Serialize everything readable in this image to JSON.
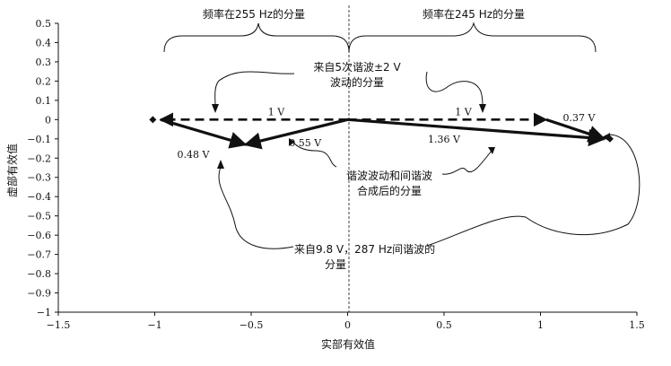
{
  "chart_data": {
    "type": "scatter",
    "xlabel": "实部有效值",
    "ylabel": "虚部有效值",
    "xlim": [
      -1.5,
      1.5
    ],
    "ylim": [
      -1.0,
      0.5
    ],
    "x_ticks": [
      -1.5,
      -1,
      -0.5,
      0,
      0.5,
      1,
      1.5
    ],
    "x_tick_labels": [
      "−1.5",
      "−1",
      "−0.5",
      "0",
      "0.5",
      "1",
      "1.5"
    ],
    "y_ticks": [
      0.5,
      0.4,
      0.3,
      0.2,
      0.1,
      0,
      -0.1,
      -0.2,
      -0.3,
      -0.4,
      -0.5,
      -0.6,
      -0.7,
      -0.8,
      -0.9,
      -1
    ],
    "y_tick_labels": [
      "0.5",
      "0.4",
      "0.3",
      "0.2",
      "0.1",
      "0",
      "−0.1",
      "−0.2",
      "−0.3",
      "−0.4",
      "−0.5",
      "−0.6",
      "−0.7",
      "−0.8",
      "−0.9",
      "−1"
    ],
    "grid": false,
    "vectors": [
      {
        "from": [
          0,
          0
        ],
        "to": [
          -0.97,
          0
        ],
        "style": "dashed",
        "label": "1 V",
        "label_at": [
          -0.37,
          0.04
        ]
      },
      {
        "from": [
          0,
          0
        ],
        "to": [
          1.03,
          0
        ],
        "style": "dashed",
        "label": "1 V",
        "label_at": [
          0.6,
          0.04
        ]
      },
      {
        "from": [
          0,
          0
        ],
        "to": [
          -0.53,
          -0.13
        ],
        "style": "solid",
        "label": "0.55 V",
        "label_at": [
          -0.22,
          -0.12
        ]
      },
      {
        "from": [
          -0.97,
          0
        ],
        "to": [
          -0.53,
          -0.13
        ],
        "style": "solid",
        "label": "0.48 V",
        "label_at": [
          -0.8,
          -0.18
        ]
      },
      {
        "from": [
          0,
          0
        ],
        "to": [
          1.33,
          -0.1
        ],
        "style": "solid",
        "label": "1.36 V",
        "label_at": [
          0.5,
          -0.1
        ]
      },
      {
        "from": [
          1.03,
          0
        ],
        "to": [
          1.33,
          -0.1
        ],
        "style": "solid",
        "label": "0.37 V",
        "label_at": [
          1.2,
          0.01
        ]
      }
    ],
    "endpoints": [
      [
        -1.01,
        0
      ],
      [
        1.36,
        -0.1
      ]
    ],
    "annotations": {
      "top_left": "频率在255 Hz的分量",
      "top_right": "频率在245 Hz的分量",
      "harmonic_line1": "来自5次谐波±2 V",
      "harmonic_line2": "波动的分量",
      "combined_line1": "谐波波动和间谐波",
      "combined_line2": "合成后的分量",
      "inter_line1": "来自9.8 V，287 Hz间谐波的",
      "inter_line2": "分量"
    }
  }
}
